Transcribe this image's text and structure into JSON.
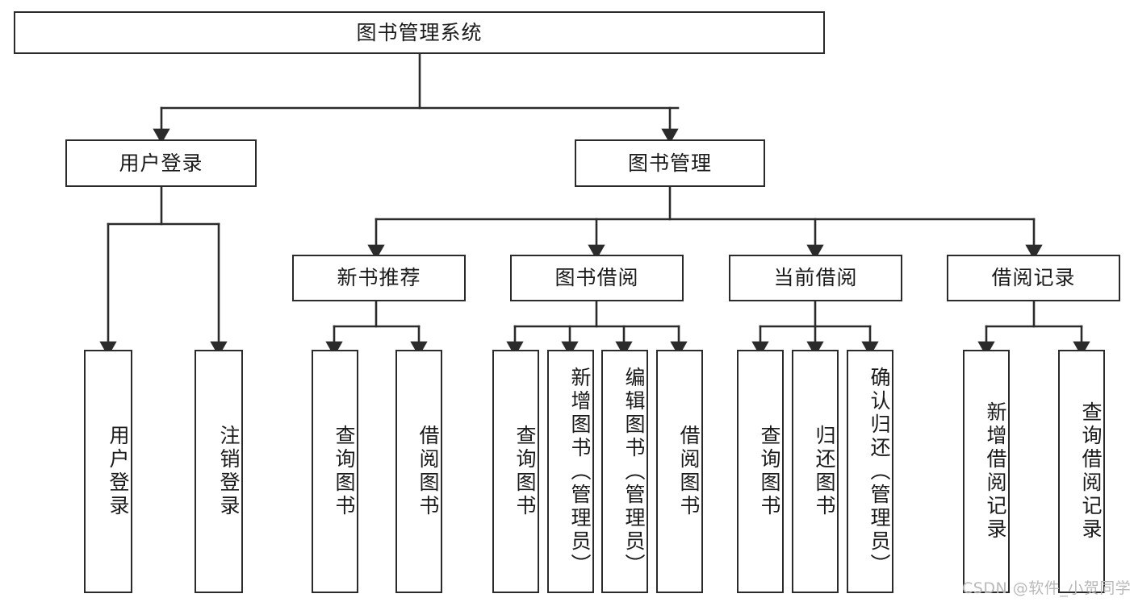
{
  "diagram": {
    "title": "图书管理系统",
    "orientation": "top-down",
    "watermark": "CSDN @软件_小贺同学",
    "colors": {
      "stroke": "#2b2b2b",
      "fill": "#ffffff",
      "text": "#1a1a1a",
      "watermark": "#b9b9b9"
    },
    "levels": {
      "root": {
        "label": "图书管理系统"
      },
      "level2": [
        {
          "id": "user-login",
          "label": "用户登录"
        },
        {
          "id": "book-manage",
          "label": "图书管理"
        }
      ],
      "level3": [
        {
          "id": "new-book-recommend",
          "label": "新书推荐",
          "parent": "book-manage"
        },
        {
          "id": "book-borrow",
          "label": "图书借阅",
          "parent": "book-manage"
        },
        {
          "id": "current-borrow",
          "label": "当前借阅",
          "parent": "book-manage"
        },
        {
          "id": "borrow-record",
          "label": "借阅记录",
          "parent": "book-manage"
        }
      ],
      "leaves": [
        {
          "id": "leaf-user-login",
          "label": "用户登录",
          "parent": "user-login"
        },
        {
          "id": "leaf-logout-login",
          "label": "注销登录",
          "parent": "user-login"
        },
        {
          "id": "leaf-query-book-1",
          "label": "查询图书",
          "parent": "new-book-recommend"
        },
        {
          "id": "leaf-borrow-book-1",
          "label": "借阅图书",
          "parent": "new-book-recommend"
        },
        {
          "id": "leaf-query-book-2",
          "label": "查询图书",
          "parent": "book-borrow"
        },
        {
          "id": "leaf-add-book",
          "label": "新增图书（管理员）",
          "parent": "book-borrow"
        },
        {
          "id": "leaf-edit-book",
          "label": "编辑图书（管理员）",
          "parent": "book-borrow"
        },
        {
          "id": "leaf-borrow-book-2",
          "label": "借阅图书",
          "parent": "book-borrow"
        },
        {
          "id": "leaf-query-book-3",
          "label": "查询图书",
          "parent": "current-borrow"
        },
        {
          "id": "leaf-return-book",
          "label": "归还图书",
          "parent": "current-borrow"
        },
        {
          "id": "leaf-confirm-return",
          "label": "确认归还（管理员）",
          "parent": "current-borrow"
        },
        {
          "id": "leaf-add-record",
          "label": "新增借阅记录",
          "parent": "borrow-record"
        },
        {
          "id": "leaf-query-record",
          "label": "查询借阅记录",
          "parent": "borrow-record"
        }
      ]
    }
  }
}
